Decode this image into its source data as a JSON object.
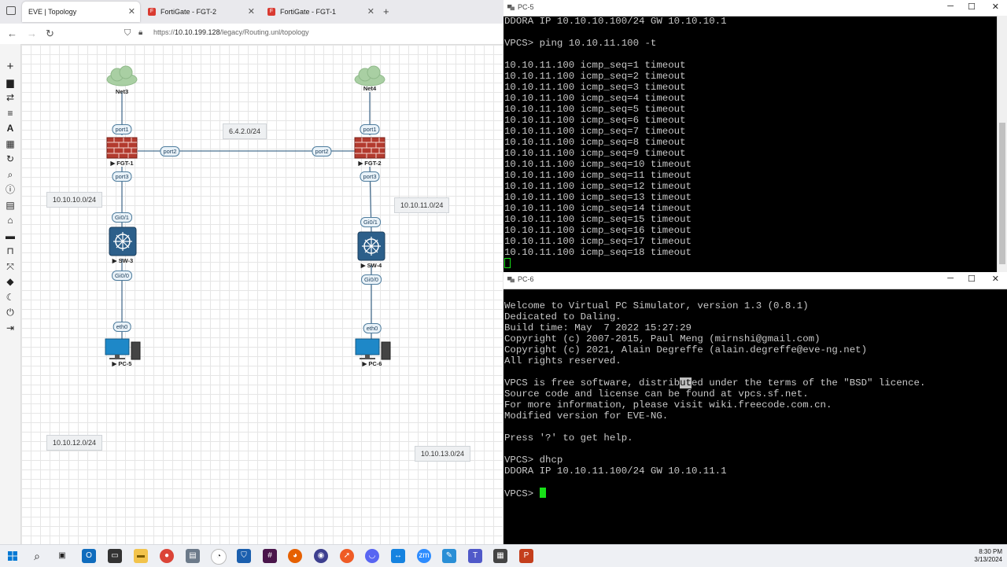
{
  "browser": {
    "tabs": [
      {
        "label": "EVE | Topology",
        "active": true
      },
      {
        "label": "FortiGate - FGT-2",
        "active": false
      },
      {
        "label": "FortiGate - FGT-1",
        "active": false
      }
    ],
    "new_tab_label": "+",
    "url_prefix": "https://",
    "url_host": "10.10.199.128",
    "url_path": "/legacy/Routing.unl/topology"
  },
  "topology": {
    "clouds": [
      {
        "name": "Net3"
      },
      {
        "name": "Net4"
      }
    ],
    "firewalls": [
      {
        "name": "FGT-1"
      },
      {
        "name": "FGT-2"
      }
    ],
    "switches": [
      {
        "name": "SW-3"
      },
      {
        "name": "SW-4"
      }
    ],
    "pcs": [
      {
        "name": "PC-5"
      },
      {
        "name": "PC-6"
      }
    ],
    "ports": {
      "fgt1_port1": "port1",
      "fgt1_port2": "port2",
      "fgt1_port3": "port3",
      "fgt2_port1": "port1",
      "fgt2_port2": "port2",
      "fgt2_port3": "port3",
      "sw3_gi01": "Gi0/1",
      "sw3_gi00": "Gi0/0",
      "sw4_gi01": "Gi0/1",
      "sw4_gi00": "Gi0/0",
      "pc5_eth0": "eth0",
      "pc6_eth0": "eth0"
    },
    "network_labels": {
      "link": "6.4.2.0/24",
      "n1": "10.10.10.0/24",
      "n2": "10.10.11.0/24",
      "n3": "10.10.12.0/24",
      "n4": "10.10.13.0/24"
    }
  },
  "pc5": {
    "title": "PC-5",
    "lines": [
      "DDORA IP 10.10.10.100/24 GW 10.10.10.1",
      "",
      "VPCS> ping 10.10.11.100 -t",
      "",
      "10.10.11.100 icmp_seq=1 timeout",
      "10.10.11.100 icmp_seq=2 timeout",
      "10.10.11.100 icmp_seq=3 timeout",
      "10.10.11.100 icmp_seq=4 timeout",
      "10.10.11.100 icmp_seq=5 timeout",
      "10.10.11.100 icmp_seq=6 timeout",
      "10.10.11.100 icmp_seq=7 timeout",
      "10.10.11.100 icmp_seq=8 timeout",
      "10.10.11.100 icmp_seq=9 timeout",
      "10.10.11.100 icmp_seq=10 timeout",
      "10.10.11.100 icmp_seq=11 timeout",
      "10.10.11.100 icmp_seq=12 timeout",
      "10.10.11.100 icmp_seq=13 timeout",
      "10.10.11.100 icmp_seq=14 timeout",
      "10.10.11.100 icmp_seq=15 timeout",
      "10.10.11.100 icmp_seq=16 timeout",
      "10.10.11.100 icmp_seq=17 timeout",
      "10.10.11.100 icmp_seq=18 timeout"
    ]
  },
  "pc6": {
    "title": "PC-6",
    "lines": [
      "",
      "Welcome to Virtual PC Simulator, version 1.3 (0.8.1)",
      "Dedicated to Daling.",
      "Build time: May  7 2022 15:27:29",
      "Copyright (c) 2007-2015, Paul Meng (mirnshi@gmail.com)",
      "Copyright (c) 2021, Alain Degreffe (alain.degreffe@eve-ng.net)",
      "All rights reserved.",
      ""
    ],
    "licence_before": "VPCS is free software, distrib",
    "licence_selected": "ut",
    "licence_after": "ed under the terms of the \"BSD\" licence.",
    "lines2": [
      "Source code and license can be found at vpcs.sf.net.",
      "For more information, please visit wiki.freecode.com.cn.",
      "Modified version for EVE-NG.",
      "",
      "Press '?' to get help.",
      "",
      "VPCS> dhcp",
      "DDORA IP 10.10.11.100/24 GW 10.10.11.1",
      ""
    ],
    "prompt": "VPCS> "
  },
  "taskbar": {
    "time": "8:30 PM",
    "date": "3/13/2024"
  },
  "colors": {
    "terminal_bg": "#000000",
    "terminal_fg": "#c8c8c8",
    "cursor": "#18e018",
    "firewall_red": "#a52a2a",
    "switch_blue": "#2c5f8a"
  }
}
